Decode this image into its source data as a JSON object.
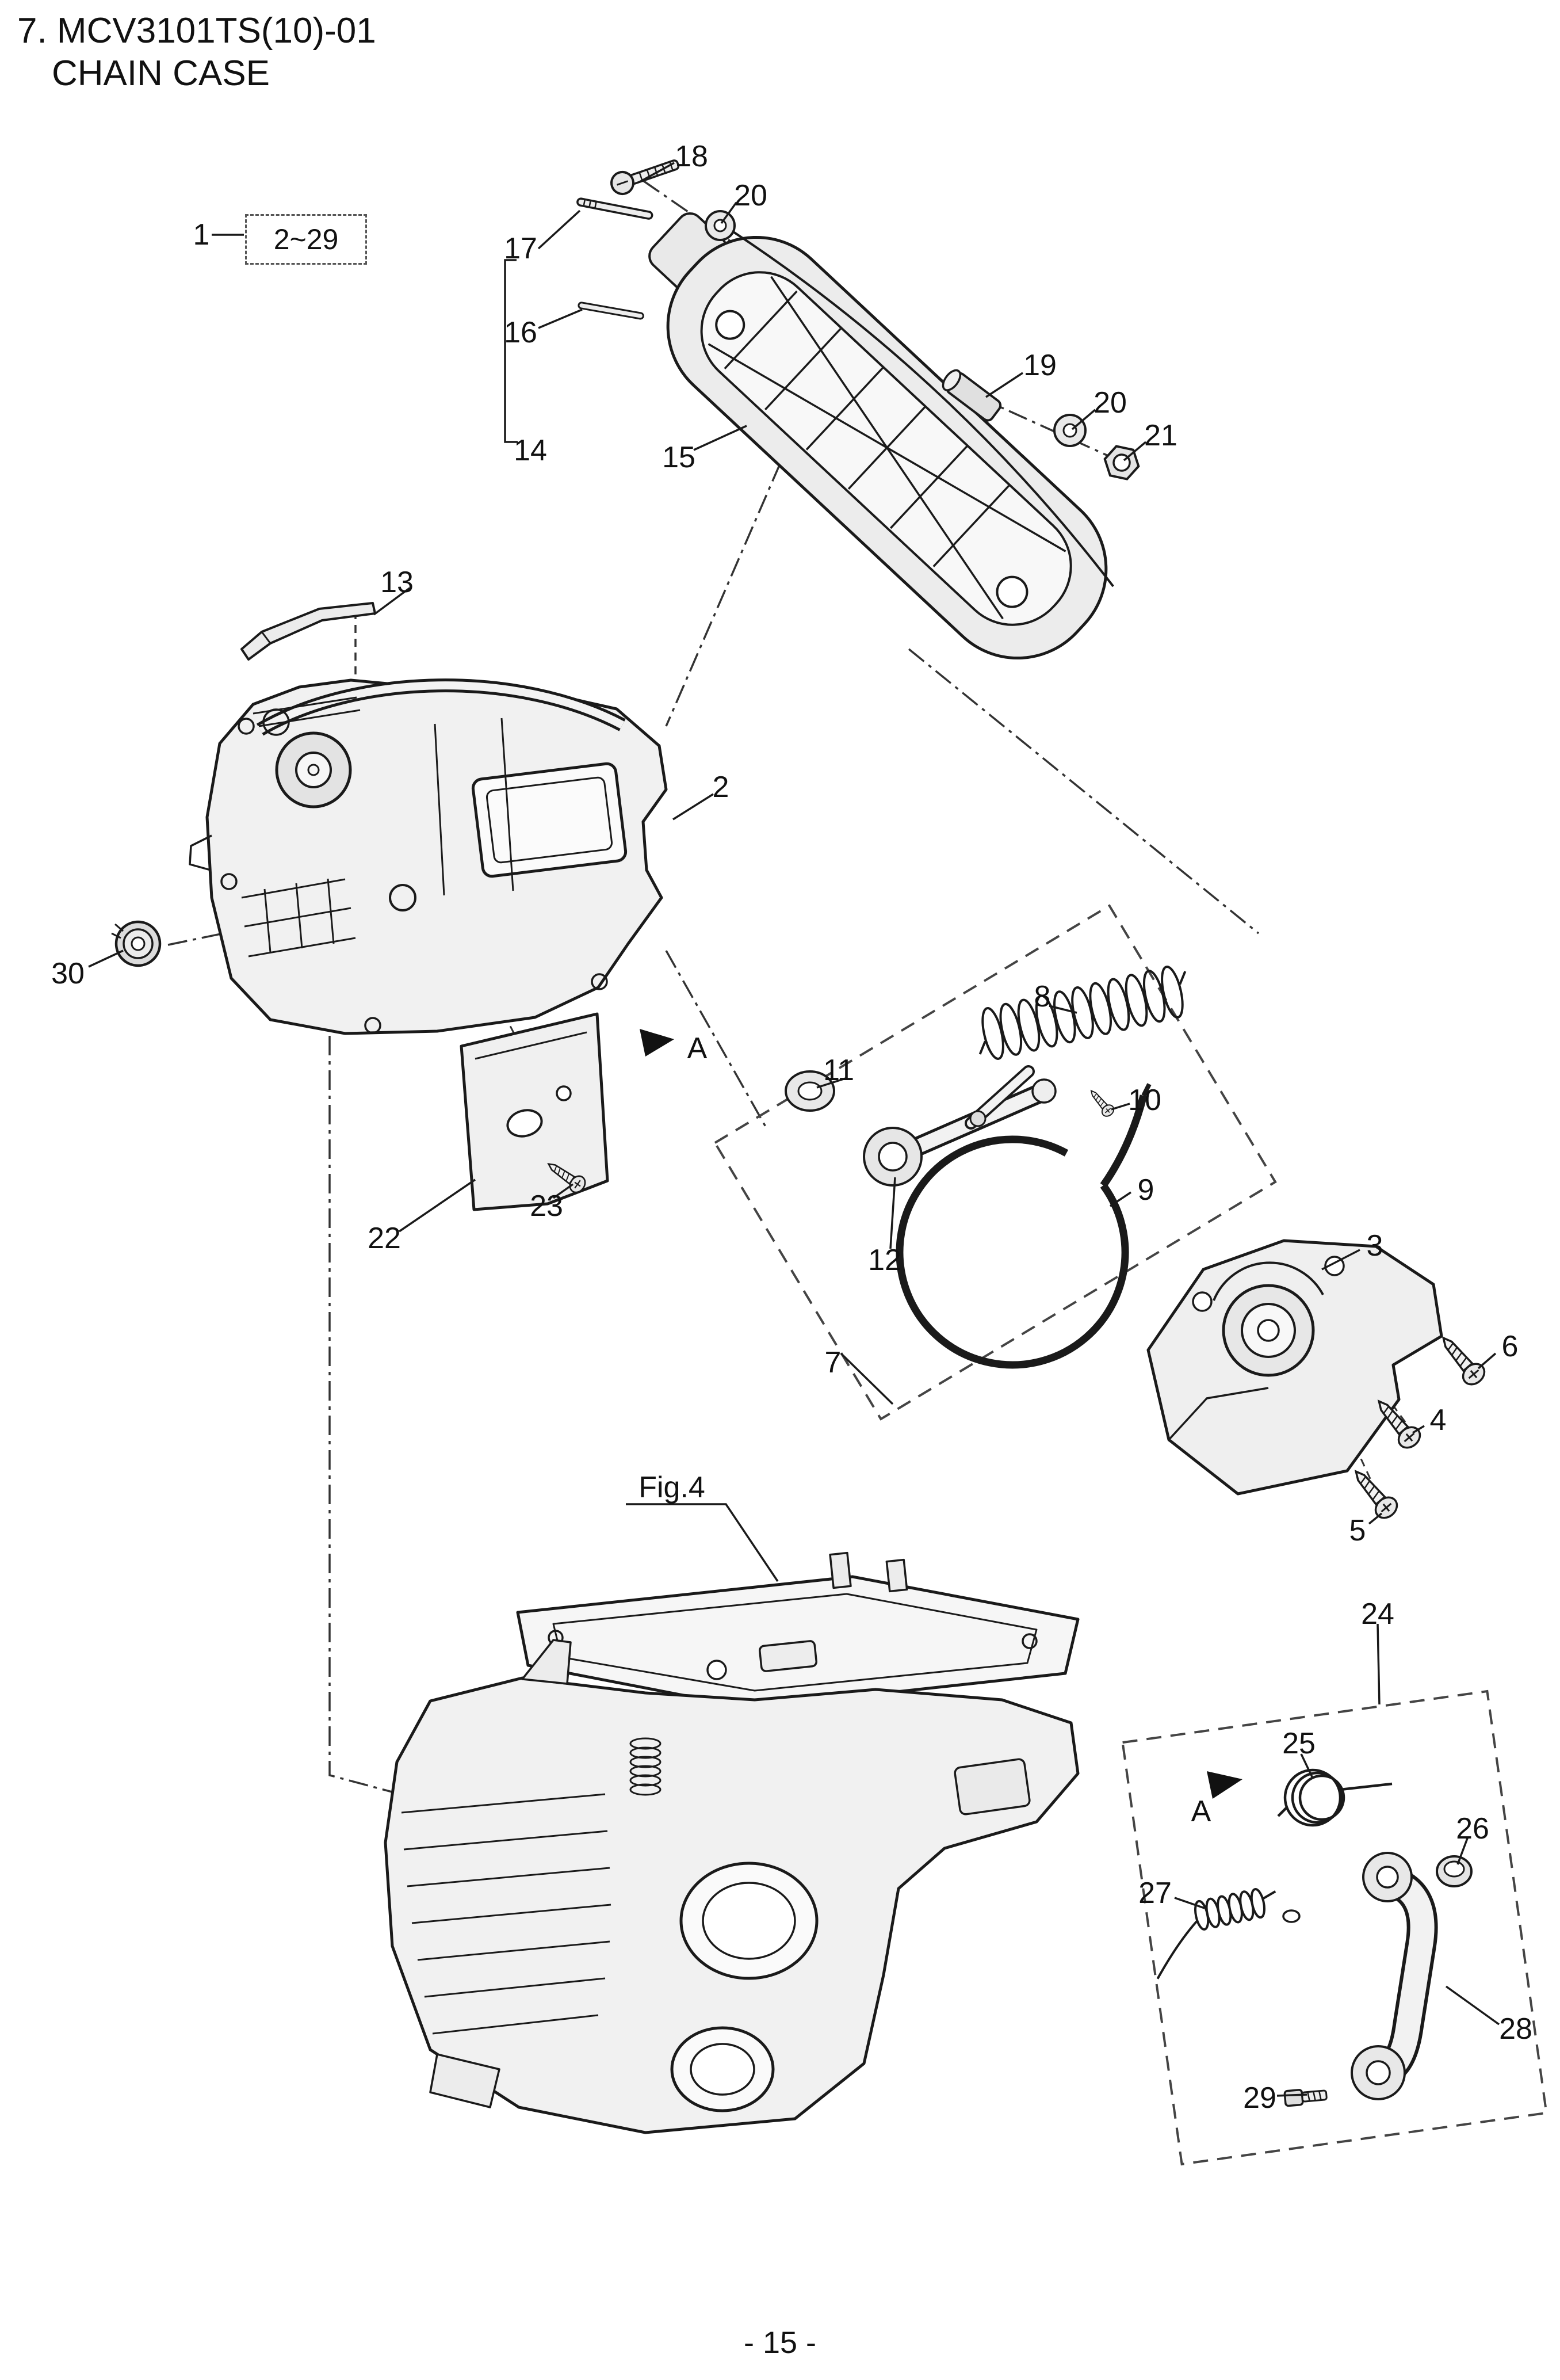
{
  "header": {
    "title": "7. MCV3101TS(10)-01",
    "subtitle": "CHAIN CASE"
  },
  "annotations": {
    "group_range": "2~29",
    "figure_ref": "Fig.4",
    "view_marker_left": "A",
    "view_marker_right": "A"
  },
  "callouts": {
    "c1": "1",
    "c2": "2",
    "c3": "3",
    "c4": "4",
    "c5": "5",
    "c6": "6",
    "c7": "7",
    "c8": "8",
    "c9": "9",
    "c10": "10",
    "c11": "11",
    "c12": "12",
    "c13": "13",
    "c14": "14",
    "c15": "15",
    "c16": "16",
    "c17": "17",
    "c18": "18",
    "c19": "19",
    "c20a": "20",
    "c20b": "20",
    "c21": "21",
    "c22": "22",
    "c23": "23",
    "c24": "24",
    "c25": "25",
    "c26": "26",
    "c27": "27",
    "c28": "28",
    "c29": "29",
    "c30": "30"
  },
  "footer": {
    "page_number": "- 15 -"
  }
}
